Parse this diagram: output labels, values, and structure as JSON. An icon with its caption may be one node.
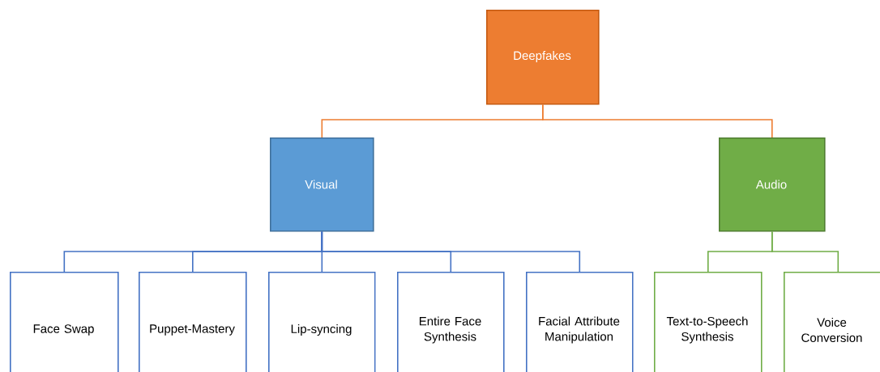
{
  "diagram": {
    "nodes": [
      {
        "text": [
          "Deepfakes"
        ]
      },
      {
        "text": [
          "Visual"
        ]
      },
      {
        "text": [
          "Audio"
        ]
      },
      {
        "text": [
          "Face Swap"
        ]
      },
      {
        "text": [
          "Puppet-Mastery"
        ]
      },
      {
        "text": [
          "Lip-syncing"
        ]
      },
      {
        "text": [
          "Entire Face Synthesis"
        ]
      },
      {
        "text": [
          "Facial Attribute Manipulation"
        ]
      },
      {
        "text": [
          "Text-to-Speech Synthesis"
        ]
      },
      {
        "text": [
          "Voice Conversion"
        ]
      }
    ],
    "edges": [
      {
        "from": 0,
        "to": 1,
        "arrow": "none",
        "color": "#ed7d31"
      },
      {
        "from": 0,
        "to": 2,
        "arrow": "none",
        "color": "#ed7d31"
      },
      {
        "from": 1,
        "to": 3,
        "arrow": "none"
      },
      {
        "from": 1,
        "to": 4,
        "arrow": "none"
      },
      {
        "from": 1,
        "to": 5,
        "arrow": "none"
      },
      {
        "from": 1,
        "to": 6,
        "arrow": "none"
      },
      {
        "from": 1,
        "to": 7,
        "arrow": "none"
      },
      {
        "from": 2,
        "to": 8,
        "arrow": "none",
        "color": "#70ad47"
      },
      {
        "from": 2,
        "to": 9,
        "arrow": "none",
        "color": "#70ad47"
      }
    ]
  }
}
